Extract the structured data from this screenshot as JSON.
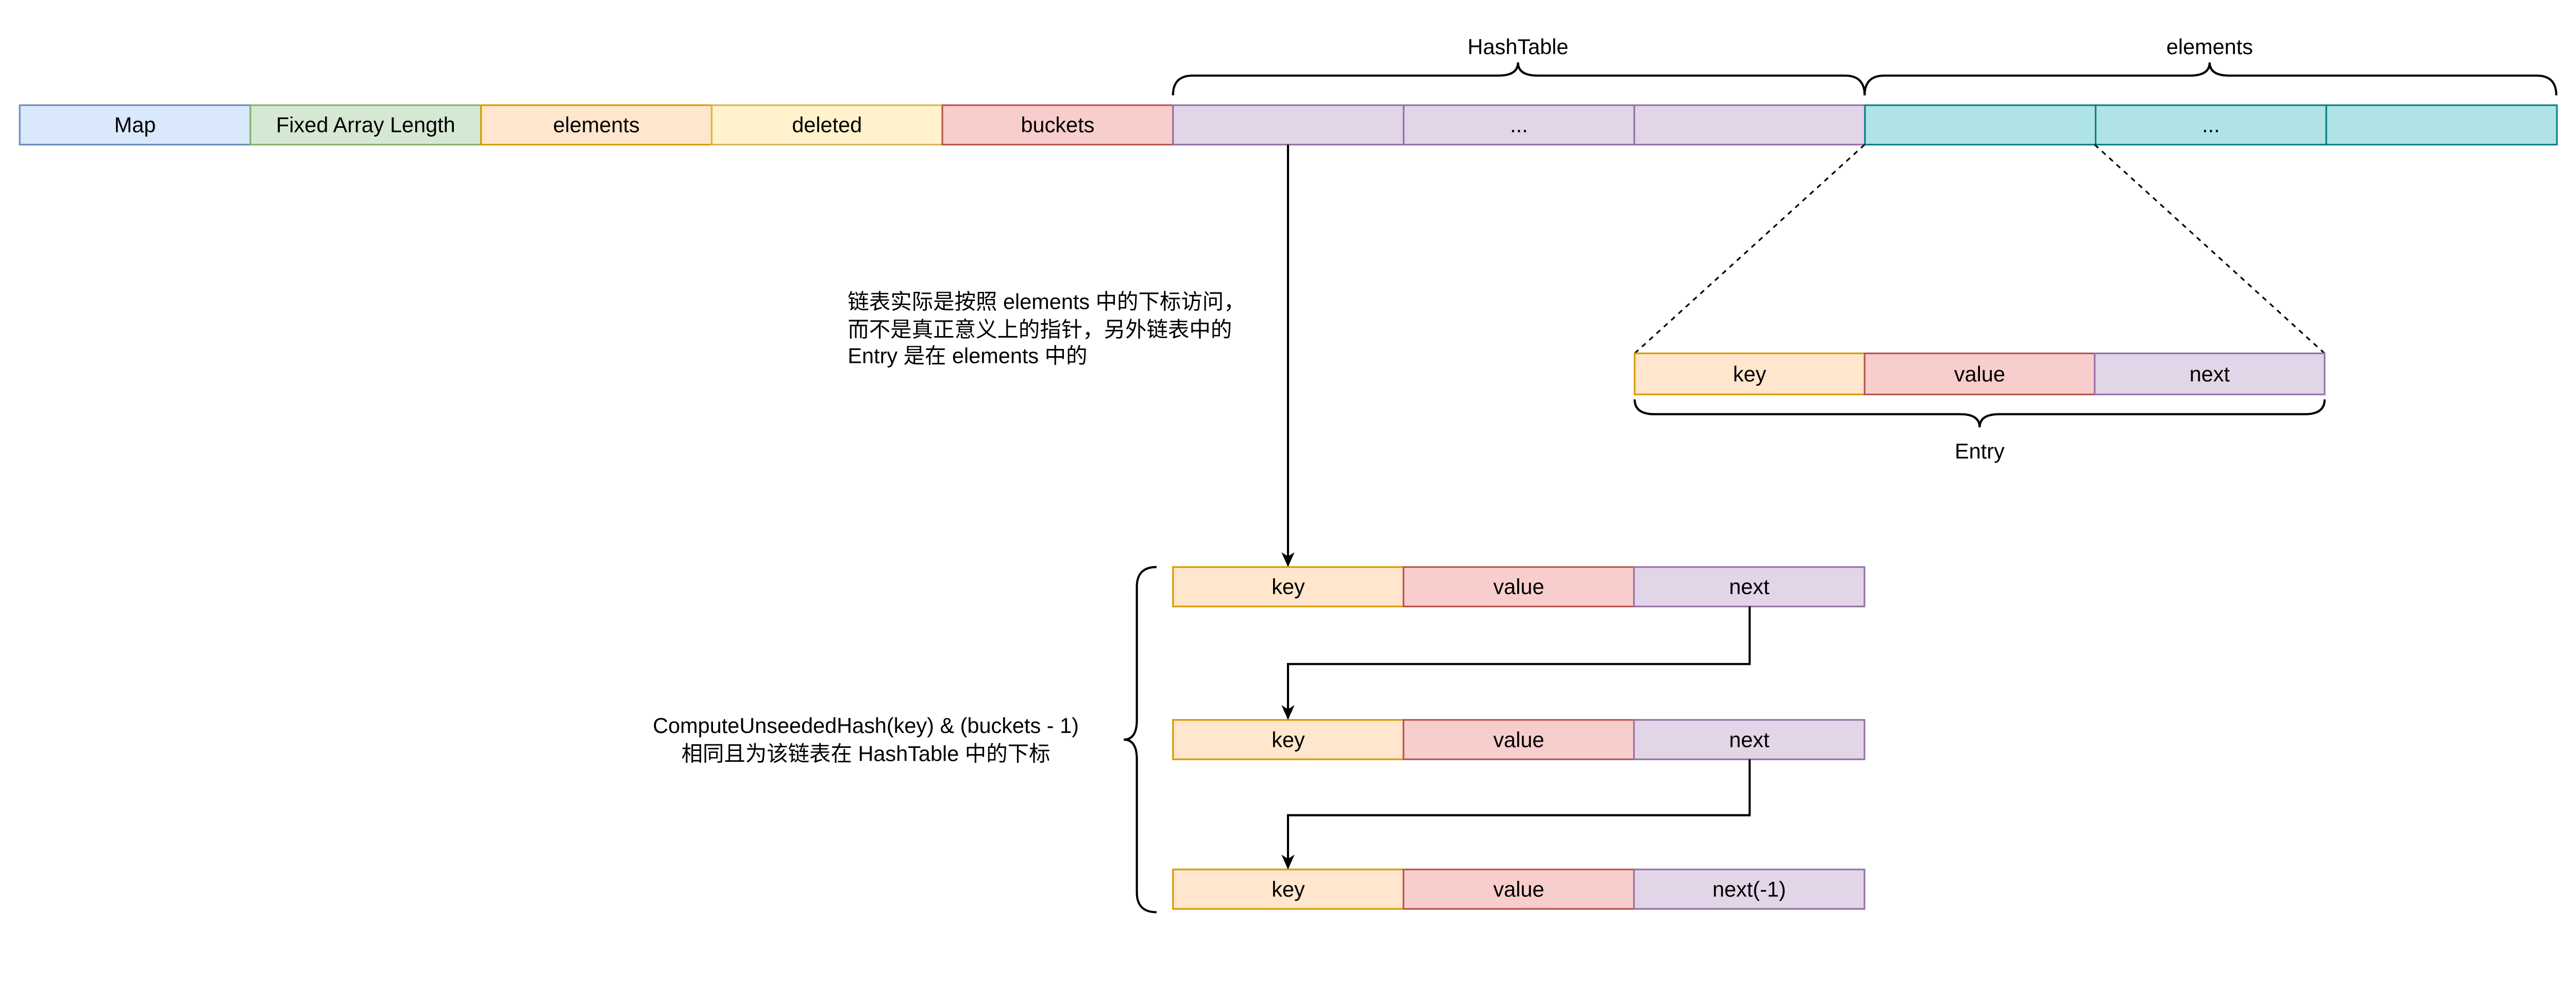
{
  "colors": {
    "blue": {
      "fill": "#dae8fc",
      "stroke": "#6c8ebf"
    },
    "green": {
      "fill": "#d5e8d4",
      "stroke": "#82b366"
    },
    "orange": {
      "fill": "#ffe6cc",
      "stroke": "#d79b00"
    },
    "yellow": {
      "fill": "#fff2cc",
      "stroke": "#d6b656"
    },
    "red": {
      "fill": "#f8cecc",
      "stroke": "#b85450"
    },
    "purple": {
      "fill": "#e1d5e7",
      "stroke": "#9673a6"
    },
    "teal": {
      "fill": "#b0e3e6",
      "stroke": "#0e8088"
    }
  },
  "top_row": [
    {
      "label": "Map",
      "color": "blue"
    },
    {
      "label": "Fixed Array Length",
      "color": "green"
    },
    {
      "label": "elements",
      "color": "orange"
    },
    {
      "label": "deleted",
      "color": "yellow"
    },
    {
      "label": "buckets",
      "color": "red"
    },
    {
      "label": "",
      "color": "purple"
    },
    {
      "label": "...",
      "color": "purple"
    },
    {
      "label": "",
      "color": "purple"
    },
    {
      "label": "",
      "color": "teal"
    },
    {
      "label": "...",
      "color": "teal"
    },
    {
      "label": "",
      "color": "teal"
    }
  ],
  "braces": {
    "hashtable": "HashTable",
    "elements": "elements",
    "entry": "Entry"
  },
  "entry_row": [
    {
      "label": "key",
      "color": "orange"
    },
    {
      "label": "value",
      "color": "red"
    },
    {
      "label": "next",
      "color": "purple"
    }
  ],
  "note": [
    "链表实际是按照 elements 中的下标访问，",
    "而不是真正意义上的指针，另外链表中的",
    "Entry 是在 elements 中的"
  ],
  "chain": [
    [
      {
        "label": "key",
        "color": "orange"
      },
      {
        "label": "value",
        "color": "red"
      },
      {
        "label": "next",
        "color": "purple"
      }
    ],
    [
      {
        "label": "key",
        "color": "orange"
      },
      {
        "label": "value",
        "color": "red"
      },
      {
        "label": "next",
        "color": "purple"
      }
    ],
    [
      {
        "label": "key",
        "color": "orange"
      },
      {
        "label": "value",
        "color": "red"
      },
      {
        "label": "next(-1)",
        "color": "purple"
      }
    ]
  ],
  "chain_note": [
    "ComputeUnseededHash(key) & (buckets - 1)",
    "相同且为该链表在 HashTable 中的下标"
  ]
}
